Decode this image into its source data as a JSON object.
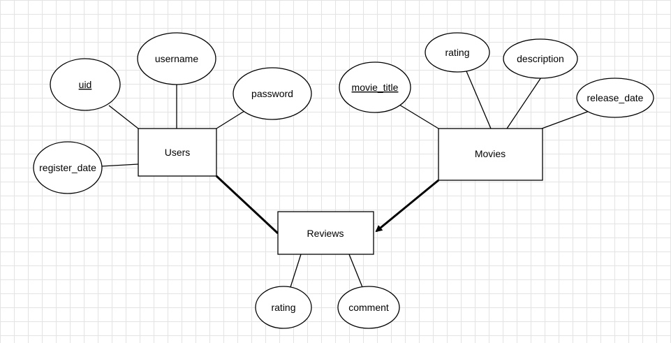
{
  "entities": {
    "users": "Users",
    "movies": "Movies",
    "reviews": "Reviews"
  },
  "attributes": {
    "users": {
      "uid": "uid",
      "username": "username",
      "password": "password",
      "register_date": "register_date"
    },
    "movies": {
      "movie_title": "movie_title",
      "rating": "rating",
      "description": "description",
      "release_date": "release_date"
    },
    "reviews": {
      "rating": "rating",
      "comment": "comment"
    }
  },
  "key_attributes": [
    "uid",
    "movie_title"
  ],
  "colors": {
    "grid": "#e3e3e3",
    "stroke": "#000000",
    "fill": "#ffffff"
  }
}
